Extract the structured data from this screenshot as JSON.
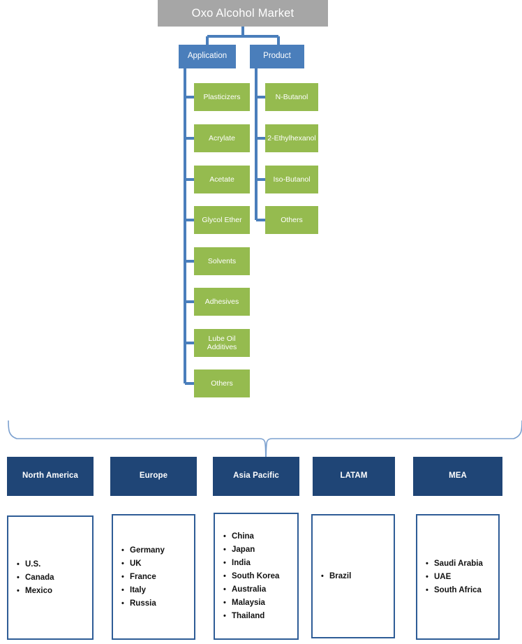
{
  "diagram": {
    "title": "Oxo Alcohol Market",
    "title_color": "#a6a6a6",
    "branch_color": "#4a7ebb",
    "leaf_color": "#95bb4f",
    "region_color": "#1f4576",
    "connector_color": "#4a7ebb",
    "bracket_color": "#7ba0cf"
  },
  "segments": [
    {
      "label": "Application",
      "items": [
        {
          "label": "Plasticizers"
        },
        {
          "label": "Acrylate"
        },
        {
          "label": "Acetate"
        },
        {
          "label": "Glycol Ether"
        },
        {
          "label": "Solvents"
        },
        {
          "label": "Adhesives"
        },
        {
          "label": "Lube Oil Additives"
        },
        {
          "label": "Others"
        }
      ]
    },
    {
      "label": "Product",
      "items": [
        {
          "label": "N-Butanol"
        },
        {
          "label": "2-Ethylhexanol"
        },
        {
          "label": "Iso-Butanol"
        },
        {
          "label": "Others"
        }
      ]
    }
  ],
  "regions": [
    {
      "name": "North America",
      "countries": [
        "U.S.",
        "Canada",
        "Mexico"
      ]
    },
    {
      "name": "Europe",
      "countries": [
        "Germany",
        "UK",
        "France",
        "Italy",
        "Russia"
      ]
    },
    {
      "name": "Asia Pacific",
      "countries": [
        "China",
        "Japan",
        "India",
        "South Korea",
        "Australia",
        "Malaysia",
        "Thailand"
      ]
    },
    {
      "name": "LATAM",
      "countries": [
        "Brazil"
      ]
    },
    {
      "name": "MEA",
      "countries": [
        "Saudi Arabia",
        "UAE",
        "South Africa"
      ]
    }
  ]
}
